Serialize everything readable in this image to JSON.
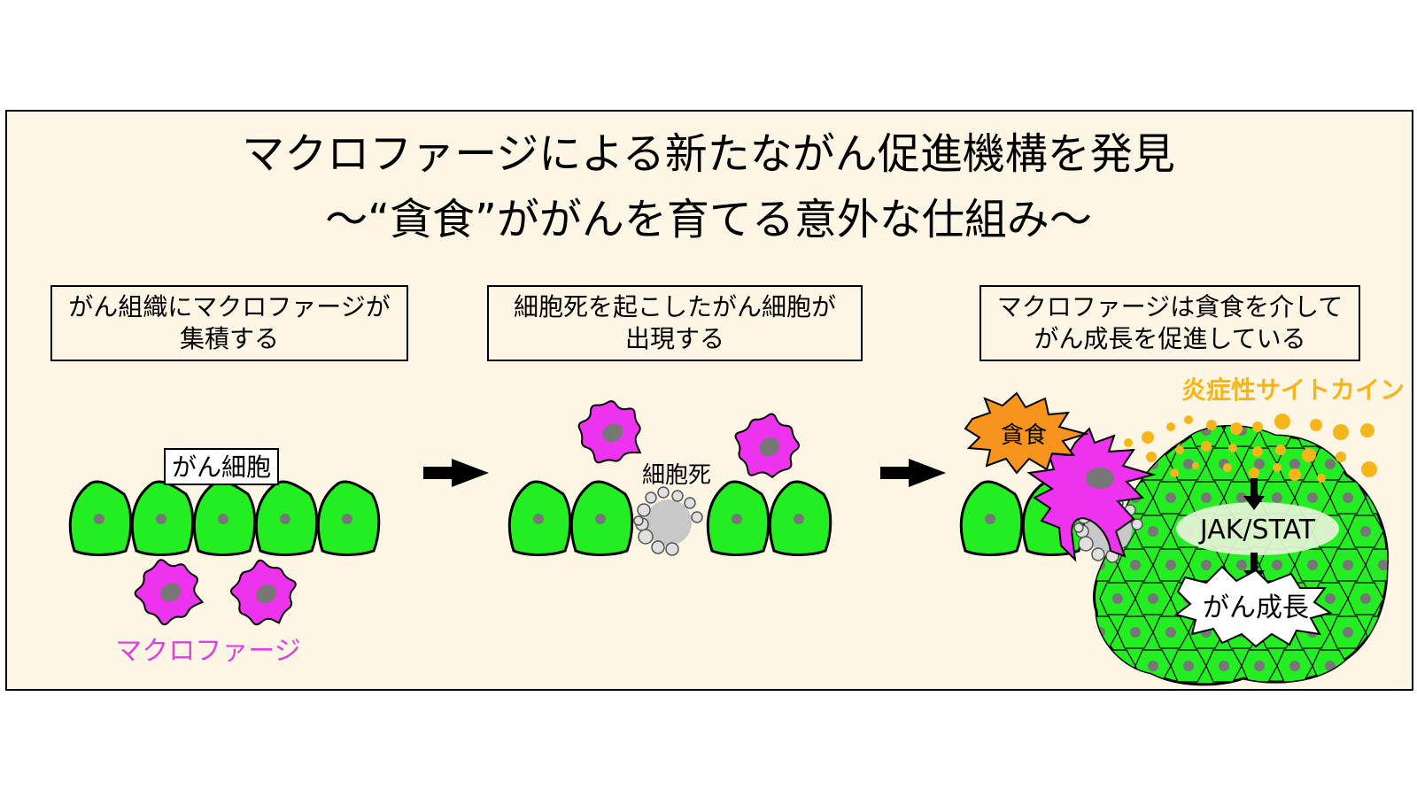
{
  "title": {
    "line1": "マクロファージによる新たながん促進機構を発見",
    "line2": "～“貪食”ががんを育てる意外な仕組み～"
  },
  "steps": [
    {
      "line1": "がん組織にマクロファージが",
      "line2": "集積する"
    },
    {
      "line1": "細胞死を起こしたがん細胞が",
      "line2": "出現する"
    },
    {
      "line1": "マクロファージは貪食を介して",
      "line2": "がん成長を促進している"
    }
  ],
  "labels": {
    "cancer_cell": "がん細胞",
    "macrophage": "マクロファージ",
    "cell_death": "細胞死",
    "phagocytosis": "貪食",
    "cytokine": "炎症性サイトカイン",
    "pathway": "JAK/STAT",
    "growth": "がん成長"
  },
  "colors": {
    "background": "#fdf6e4",
    "cancer_cell": "#22ee22",
    "macrophage": "#ee33ee",
    "macrophage_label": "#e040e0",
    "dead_cell": "#c8c8c8",
    "nucleus": "#777777",
    "phagocytosis_burst": "#f7941d",
    "cytokine": "#f5b51b"
  }
}
